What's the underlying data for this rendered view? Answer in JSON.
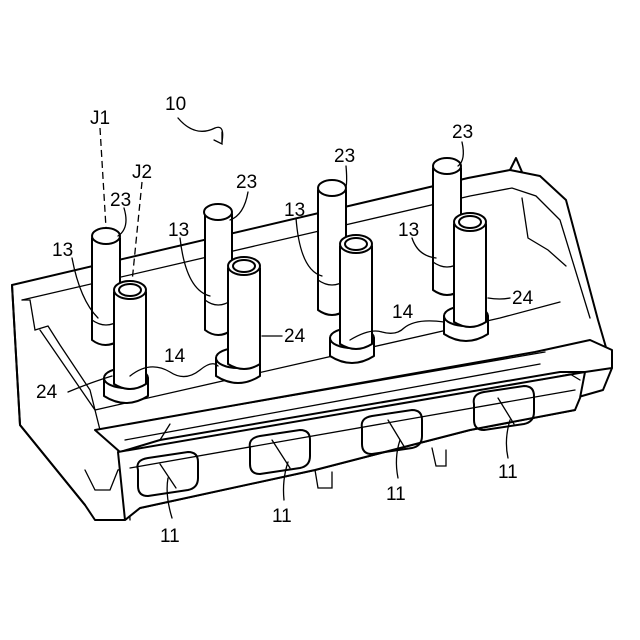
{
  "figure": {
    "labels": {
      "assembly": "10",
      "j1": "J1",
      "j2": "J2",
      "ref_11": "11",
      "ref_13": "13",
      "ref_14": "14",
      "ref_23": "23",
      "ref_24": "24"
    }
  }
}
